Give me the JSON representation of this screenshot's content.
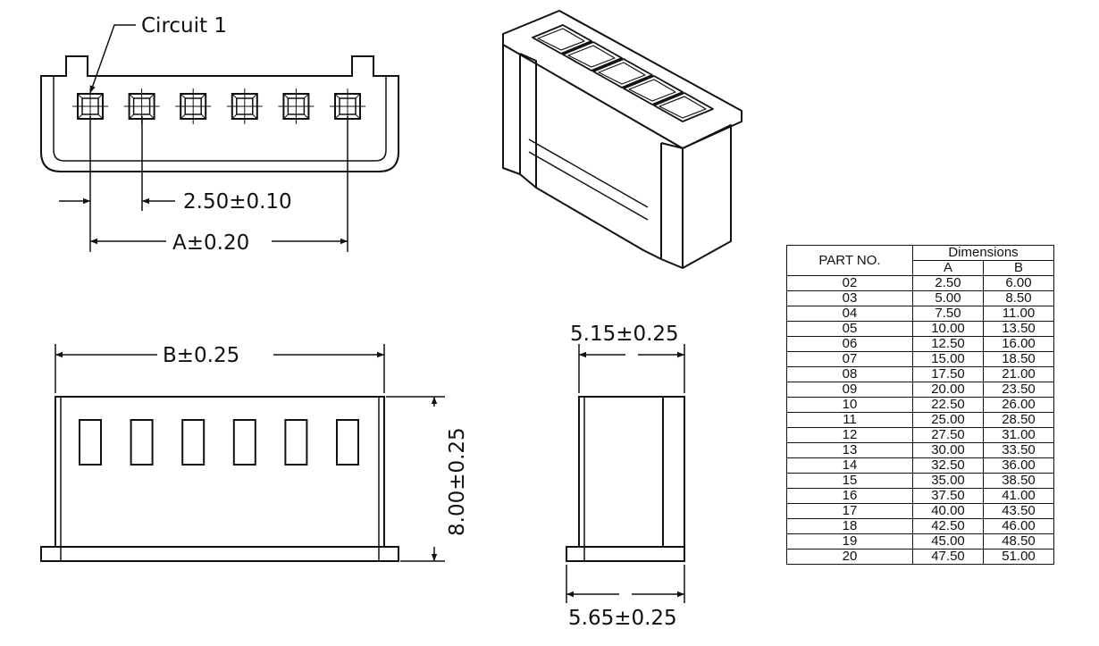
{
  "labels": {
    "circuit": "Circuit  1",
    "pitch": "2.50±0.10",
    "dim_a": "A±0.20",
    "dim_b": "B±0.25",
    "height": "8.00±0.25",
    "depth_top": "5.15±0.25",
    "depth_bottom": "5.65±0.25"
  },
  "table": {
    "header_part": "PART  NO.",
    "header_dims": "Dimensions",
    "header_a": "A",
    "header_b": "B",
    "rows": [
      [
        "02",
        "2.50",
        "6.00"
      ],
      [
        "03",
        "5.00",
        "8.50"
      ],
      [
        "04",
        "7.50",
        "11.00"
      ],
      [
        "05",
        "10.00",
        "13.50"
      ],
      [
        "06",
        "12.50",
        "16.00"
      ],
      [
        "07",
        "15.00",
        "18.50"
      ],
      [
        "08",
        "17.50",
        "21.00"
      ],
      [
        "09",
        "20.00",
        "23.50"
      ],
      [
        "10",
        "22.50",
        "26.00"
      ],
      [
        "11",
        "25.00",
        "28.50"
      ],
      [
        "12",
        "27.50",
        "31.00"
      ],
      [
        "13",
        "30.00",
        "33.50"
      ],
      [
        "14",
        "32.50",
        "36.00"
      ],
      [
        "15",
        "35.00",
        "38.50"
      ],
      [
        "16",
        "37.50",
        "41.00"
      ],
      [
        "17",
        "40.00",
        "43.50"
      ],
      [
        "18",
        "42.50",
        "46.00"
      ],
      [
        "19",
        "45.00",
        "48.50"
      ],
      [
        "20",
        "47.50",
        "51.00"
      ]
    ]
  }
}
